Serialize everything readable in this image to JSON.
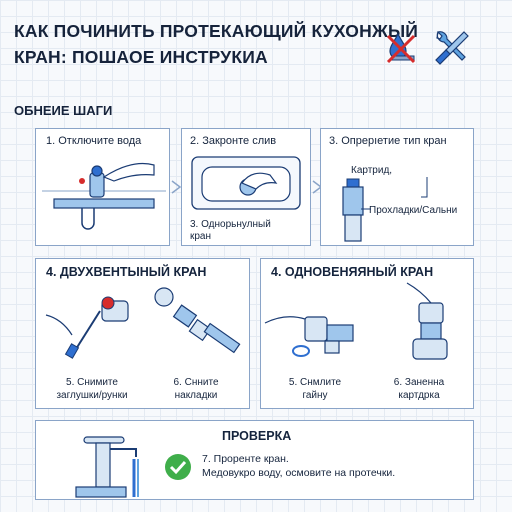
{
  "header": {
    "title_line1": "КАК ПОЧИНИТЬ ПРОТЕКАЮЩИЙ КУХОНЖЫЙ",
    "title_line2": "КРАН: ПОШАОЕ ИНСТРУКИА"
  },
  "section_title": "ОБНЕИЕ ШАГИ",
  "steps": [
    {
      "title": "1. Отключите вода"
    },
    {
      "title": "2. Закронте слив",
      "sub1": "3. Однорьнулный",
      "sub2": "кран"
    },
    {
      "title": "3. Опрерıетие тип кран",
      "part1": "Картрид,",
      "part2": "Прохладки/Сальни"
    }
  ],
  "two_valve": {
    "title": "4. ДВУХВЕНТЫНЫЙ КРАН",
    "a_line1": "5. Снимите",
    "a_line2": "заглушки/рунки",
    "b_line1": "6. Снните",
    "b_line2": "накладки"
  },
  "one_valve": {
    "title": "4. ОДНОВЕНЯЯНЫЙ КРАН",
    "a_line1": "5. Снмлите",
    "a_line2": "гайну",
    "b_line1": "6. Заненна",
    "b_line2": "картдрка"
  },
  "check": {
    "title": "ПРОВЕРКА",
    "line1": "7. Проренте кран.",
    "line2": "Медовукро воду, осмовите на протечки."
  },
  "colors": {
    "accent_blue": "#2f6fd0",
    "outline": "#8aa4c8",
    "warning_red": "#d62c2c",
    "check_green": "#3fae4a"
  },
  "icons": [
    "no-water-drop-icon",
    "wrench-screwdriver-icon",
    "check-icon"
  ]
}
